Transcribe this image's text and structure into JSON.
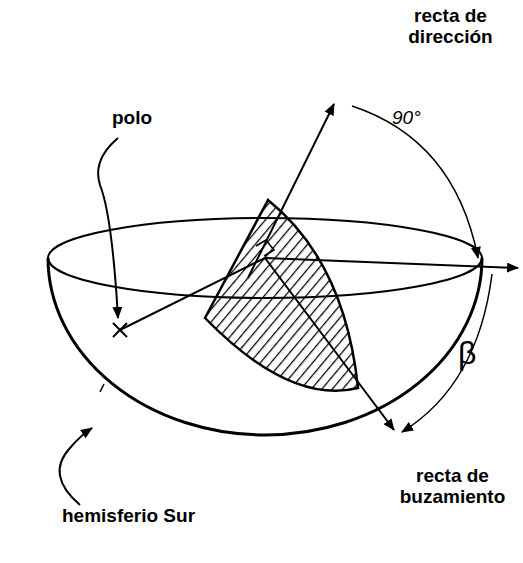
{
  "diagram": {
    "labels": [
      "recta de dirección",
      "polo",
      "90°",
      "β",
      "hemisferio Sur",
      "recta de buzamiento"
    ]
  }
}
